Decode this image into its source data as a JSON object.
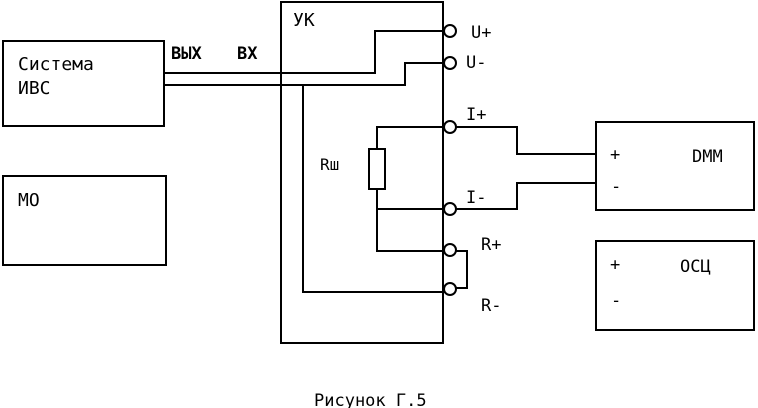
{
  "blocks": {
    "sys_line1": "Система",
    "sys_line2": "ИВС",
    "mo": "МО",
    "uk": "УК",
    "dmm": "DMM",
    "osc": "ОСЦ"
  },
  "signals": {
    "out": "ВЫХ",
    "in": "ВХ"
  },
  "terminals": {
    "u_plus": "U+",
    "u_minus": "U-",
    "i_plus": "I+",
    "i_minus": "I-",
    "r_plus": "R+",
    "r_minus": "R-"
  },
  "resistor": "Rш",
  "polarity": {
    "dmm_plus": "+",
    "dmm_minus": "-",
    "osc_plus": "+",
    "osc_minus": "-"
  },
  "caption": "Рисунок Г.5"
}
